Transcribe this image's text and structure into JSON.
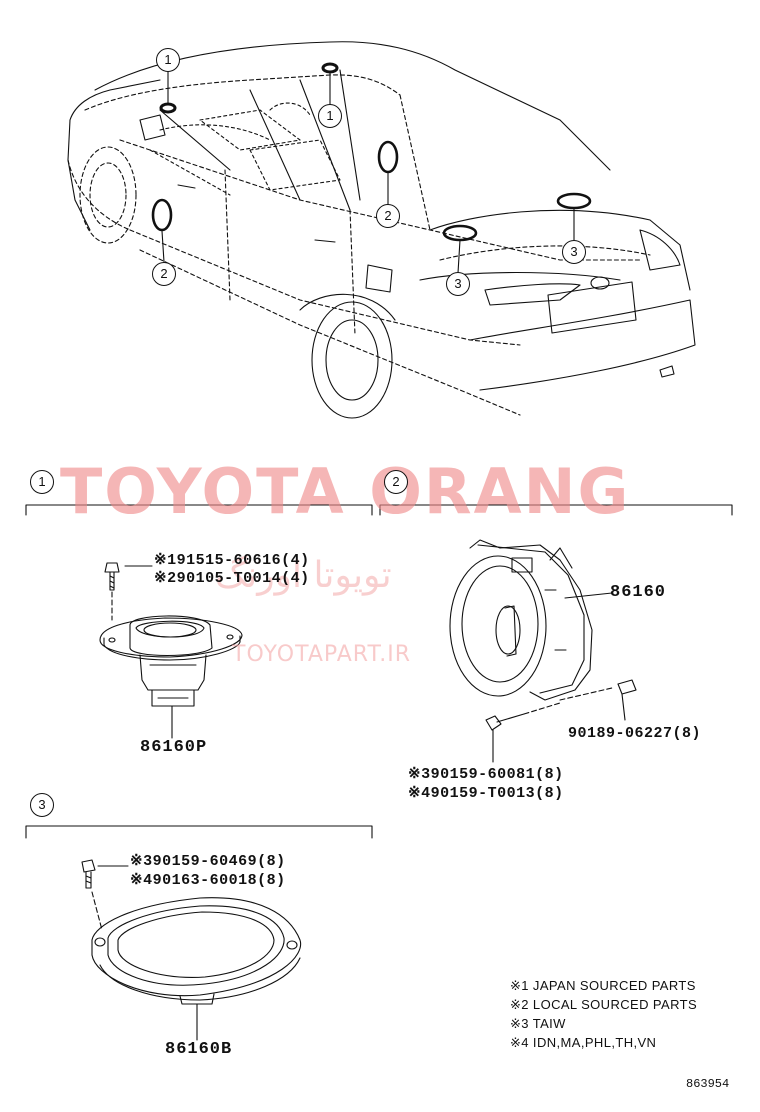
{
  "watermark": {
    "main": "TOYOTA ORANG",
    "arabic": "تویوتا اورنگ",
    "url": "TOYOTAPART.IR"
  },
  "callouts": {
    "car": [
      "1",
      "1",
      "2",
      "2",
      "3",
      "3"
    ],
    "section_1": "1",
    "section_2": "2",
    "section_3": "3"
  },
  "section_1": {
    "parts": [
      {
        "mark": "※1",
        "number": "91515-60616",
        "qty": "(4)"
      },
      {
        "mark": "※2",
        "number": "90105-T0014",
        "qty": "(4)"
      }
    ],
    "main_part": "86160P"
  },
  "section_2": {
    "main_part": "86160",
    "clip": {
      "number": "90189-06227",
      "qty": "(8)"
    },
    "parts": [
      {
        "mark": "※3",
        "number": "90159-60081",
        "qty": "(8)"
      },
      {
        "mark": "※4",
        "number": "90159-T0013",
        "qty": "(8)"
      }
    ]
  },
  "section_3": {
    "parts": [
      {
        "mark": "※3",
        "number": "90159-60469",
        "qty": "(8)"
      },
      {
        "mark": "※4",
        "number": "90163-60018",
        "qty": "(8)"
      }
    ],
    "main_part": "86160B"
  },
  "notes": [
    "※1 JAPAN SOURCED PARTS",
    "※2 LOCAL SOURCED PARTS",
    "※3 TAIW",
    "※4 IDN,MA,PHL,TH,VN"
  ],
  "diagram_id": "863954"
}
